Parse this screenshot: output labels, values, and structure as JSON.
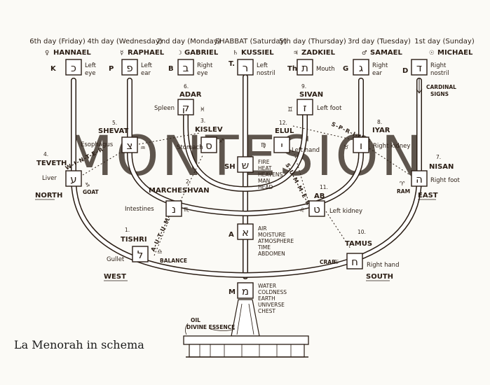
{
  "caption": "La Menorah in schema",
  "watermark": "MONTESION",
  "colors": {
    "ink": "#2a1d14",
    "paper": "#fbfaf6",
    "box_fill": "#ffffff"
  },
  "days": [
    {
      "day": "6th day (Friday)",
      "planet_icon": "venus-icon",
      "planet_glyph": "♀",
      "angel": "HANNAEL"
    },
    {
      "day": "4th day (Wednesday)",
      "planet_icon": "mercury-icon",
      "planet_glyph": "☿",
      "angel": "RAPHAEL"
    },
    {
      "day": "2nd day (Monday)",
      "planet_icon": "moon-icon",
      "planet_glyph": "☽",
      "angel": "GABRIEL"
    },
    {
      "day": "SHABBAT (Saturday)",
      "planet_icon": "saturn-icon",
      "planet_glyph": "♄",
      "angel": "KUSSIEL"
    },
    {
      "day": "5th day (Thursday)",
      "planet_icon": "jupiter-icon",
      "planet_glyph": "♃",
      "angel": "ZADKIEL"
    },
    {
      "day": "3rd day (Tuesday)",
      "planet_icon": "mars-icon",
      "planet_glyph": "♂",
      "angel": "SAMAEL"
    },
    {
      "day": "1st day (Sunday)",
      "planet_icon": "sun-icon",
      "planet_glyph": "☉",
      "angel": "MICHAEL"
    }
  ],
  "top_letters": [
    {
      "latin": "K",
      "hebrew": "כ",
      "organ": [
        "Left",
        "eye"
      ]
    },
    {
      "latin": "P",
      "hebrew": "פ",
      "organ": [
        "Left",
        "ear"
      ]
    },
    {
      "latin": "B",
      "hebrew": "ב",
      "organ": [
        "Right",
        "eye"
      ]
    },
    {
      "latin": "T.",
      "hebrew": "ר",
      "organ": [
        "Left",
        "nostril"
      ]
    },
    {
      "latin": "Th",
      "hebrew": "ת",
      "organ": [
        "Mouth"
      ]
    },
    {
      "latin": "G",
      "hebrew": "ג",
      "organ": [
        "Right",
        "ear"
      ]
    },
    {
      "latin": "D",
      "hebrew": "ד",
      "organ": [
        "Right",
        "nostril"
      ]
    }
  ],
  "months": {
    "adar": {
      "num": "6.",
      "name": "ADAR",
      "organ": "Spleen",
      "hebrew": "ק",
      "sign_glyph": "♓"
    },
    "sivan": {
      "num": "9.",
      "name": "SIVAN",
      "organ": "Left foot",
      "hebrew": "ז",
      "sign_glyph": "♊"
    },
    "shevat": {
      "num": "5.",
      "name": "SHEVAT",
      "organ": "Esophagus",
      "hebrew": "צ",
      "sign_glyph": "♒"
    },
    "kislev": {
      "num": "3.",
      "name": "KISLEV",
      "organ": "Stomach",
      "hebrew": "ס",
      "sign_glyph": "♐"
    },
    "elul": {
      "num": "12.",
      "name": "ELUL",
      "organ": "Left hand",
      "hebrew": "י",
      "sign_glyph": "♍"
    },
    "iyar": {
      "num": "8.",
      "name": "IYAR",
      "organ": "Right kidney",
      "hebrew": "ו",
      "sign_glyph": "♉"
    },
    "teveth": {
      "num": "4.",
      "name": "TEVETH",
      "organ": "Liver",
      "hebrew": "ע",
      "sign_glyph": "♑",
      "sign_name": "GOAT"
    },
    "nisan": {
      "num": "7.",
      "name": "NISAN",
      "organ": "Right foot",
      "hebrew": "ה",
      "sign_glyph": "♈",
      "sign_name": "RAM"
    },
    "marcheshvan": {
      "num": "2.",
      "name": "MARCHESHVAN",
      "organ": "Intestines",
      "hebrew": "נ",
      "sign_glyph": "♏"
    },
    "ab": {
      "num": "11.",
      "name": "AB",
      "organ": "Left kidney",
      "hebrew": "ט",
      "sign_glyph": "♌"
    },
    "tishri": {
      "num": "1.",
      "name": "TISHRI",
      "organ": "Gullet",
      "hebrew": "ל",
      "sign_glyph": "♎",
      "sign_name": "BALANCE"
    },
    "tamus": {
      "num": "10.",
      "name": "TAMUS",
      "organ": "Right hand",
      "hebrew": "ח",
      "sign_glyph": "♋",
      "sign_name": "CRAB"
    }
  },
  "mothers": {
    "shin": {
      "latin": "SH",
      "hebrew": "ש",
      "lines": [
        "FIRE",
        "HEAT",
        "HEAVENS",
        "MAN",
        "HEAD"
      ]
    },
    "aleph": {
      "latin": "A",
      "hebrew": "א",
      "lines": [
        "AIR",
        "MOISTURE",
        "ATMOSPHERE",
        "TIME",
        "ABDOMEN"
      ]
    },
    "mem": {
      "latin": "M",
      "hebrew": "מ",
      "lines": [
        "WATER",
        "COLDNESS",
        "EARTH",
        "UNIVERSE",
        "CHEST"
      ]
    }
  },
  "directions": {
    "north": "NORTH",
    "east": "EAST",
    "west": "WEST",
    "south": "SOUTH"
  },
  "cardinal_signs": [
    "CARDINAL",
    "SIGNS"
  ],
  "paths": {
    "winter": "W-I-N-T-E-R",
    "spring": "S-P-R-I-N-G",
    "summer": "S-U-M-M-E-R",
    "autumn": "A-U-T-U-M-N"
  },
  "oil": [
    "OIL",
    "DIVINE ESSENCE"
  ]
}
